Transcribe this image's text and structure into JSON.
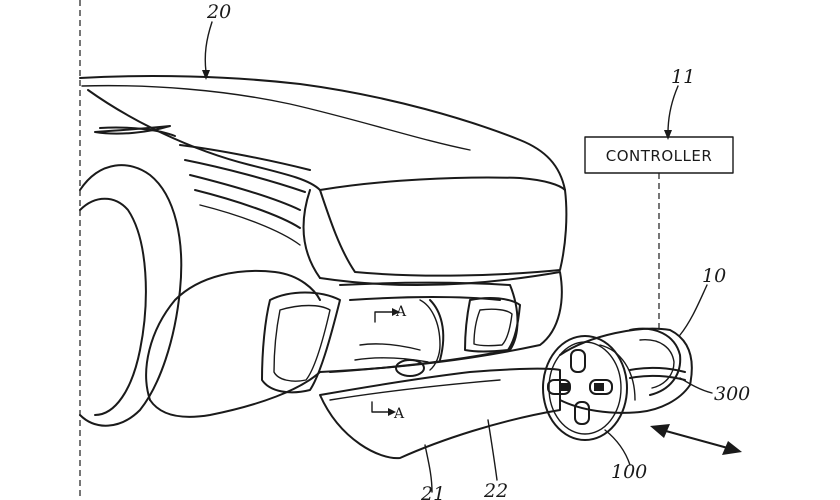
{
  "labels": {
    "ref_vehicle": "20",
    "ref_controller": "11",
    "ref_mobility": "10",
    "ref_part_300": "300",
    "ref_part_100": "100",
    "ref_part_22": "22",
    "ref_bottom_left": "21"
  },
  "controller_box": {
    "text": "CONTROLLER"
  },
  "section": {
    "top": "A",
    "bottom": "A"
  }
}
